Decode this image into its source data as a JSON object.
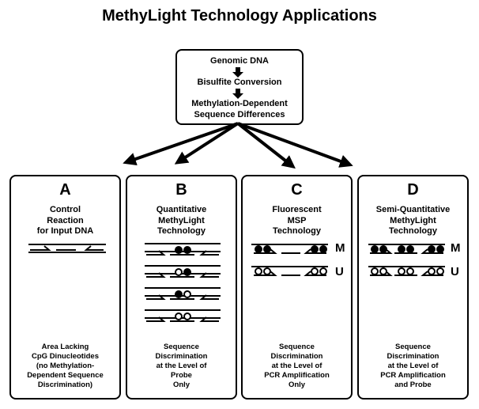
{
  "title": "MethyLight Technology Applications",
  "top_box": {
    "line1": "Genomic DNA",
    "line2": "Bisulfite Conversion",
    "line3": "Methylation-Dependent",
    "line4": "Sequence Differences"
  },
  "panels": [
    {
      "letter": "A",
      "heading": [
        "Control",
        "Reaction",
        "for Input DNA"
      ],
      "footer": [
        "Area Lacking",
        "CpG Dinucleotides",
        "(no Methylation-",
        "Dependent Sequence",
        "Discrimination)"
      ]
    },
    {
      "letter": "B",
      "heading": [
        "Quantitative",
        "MethyLight",
        "Technology"
      ],
      "footer": [
        "Sequence",
        "Discrimination",
        "at the Level of",
        "Probe",
        "Only"
      ]
    },
    {
      "letter": "C",
      "heading": [
        "Fluorescent",
        "MSP",
        "Technology"
      ],
      "footer": [
        "Sequence",
        "Discrimination",
        "at the Level of",
        "PCR Amplification",
        "Only"
      ]
    },
    {
      "letter": "D",
      "heading": [
        "Semi-Quantitative",
        "MethyLight",
        "Technology"
      ],
      "footer": [
        "Sequence",
        "Discrimination",
        "at the Level of",
        "PCR Amplification",
        "and Probe"
      ]
    }
  ],
  "labels": {
    "methylated": "M",
    "unmethylated": "U"
  }
}
